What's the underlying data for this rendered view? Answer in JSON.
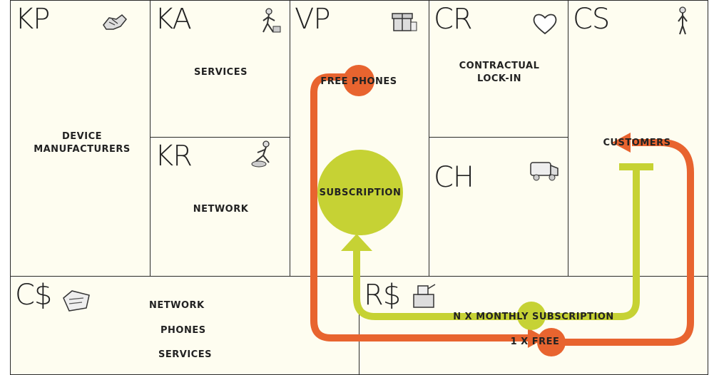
{
  "canvas": {
    "sections": [
      {
        "code": "KP",
        "icon": "handshake-icon",
        "labels": [
          "DEVICE MANUFACTURERS"
        ]
      },
      {
        "code": "KA",
        "icon": "worker-icon",
        "labels": [
          "SERVICES"
        ]
      },
      {
        "code": "KR",
        "icon": "worker-icon",
        "labels": [
          "NETWORK"
        ]
      },
      {
        "code": "VP",
        "icon": "gift-icon",
        "labels": [
          "FREE PHONES"
        ]
      },
      {
        "code": "CR",
        "icon": "heart-icon",
        "labels": [
          "CONTRACTUAL LOCK-IN"
        ]
      },
      {
        "code": "CH",
        "icon": "truck-icon",
        "labels": []
      },
      {
        "code": "CS",
        "icon": "person-icon",
        "labels": [
          "CUSTOMERS"
        ]
      },
      {
        "code": "C$",
        "icon": "price-tag-icon",
        "labels": [
          "NETWORK",
          "PHONES",
          "SERVICES"
        ]
      },
      {
        "code": "R$",
        "icon": "cash-register-icon",
        "labels": []
      }
    ],
    "overlay_labels": {
      "subscription": "SUBSCRIPTION",
      "monthly": "N X MONTHLY SUBSCRIPTION",
      "once": "1 X FREE"
    }
  },
  "colors": {
    "canvas_bg": "#fefdf0",
    "border": "#2a2a2a",
    "text": "#222222",
    "orange_flow": "#e8642f",
    "green_flow": "#c6d234"
  }
}
